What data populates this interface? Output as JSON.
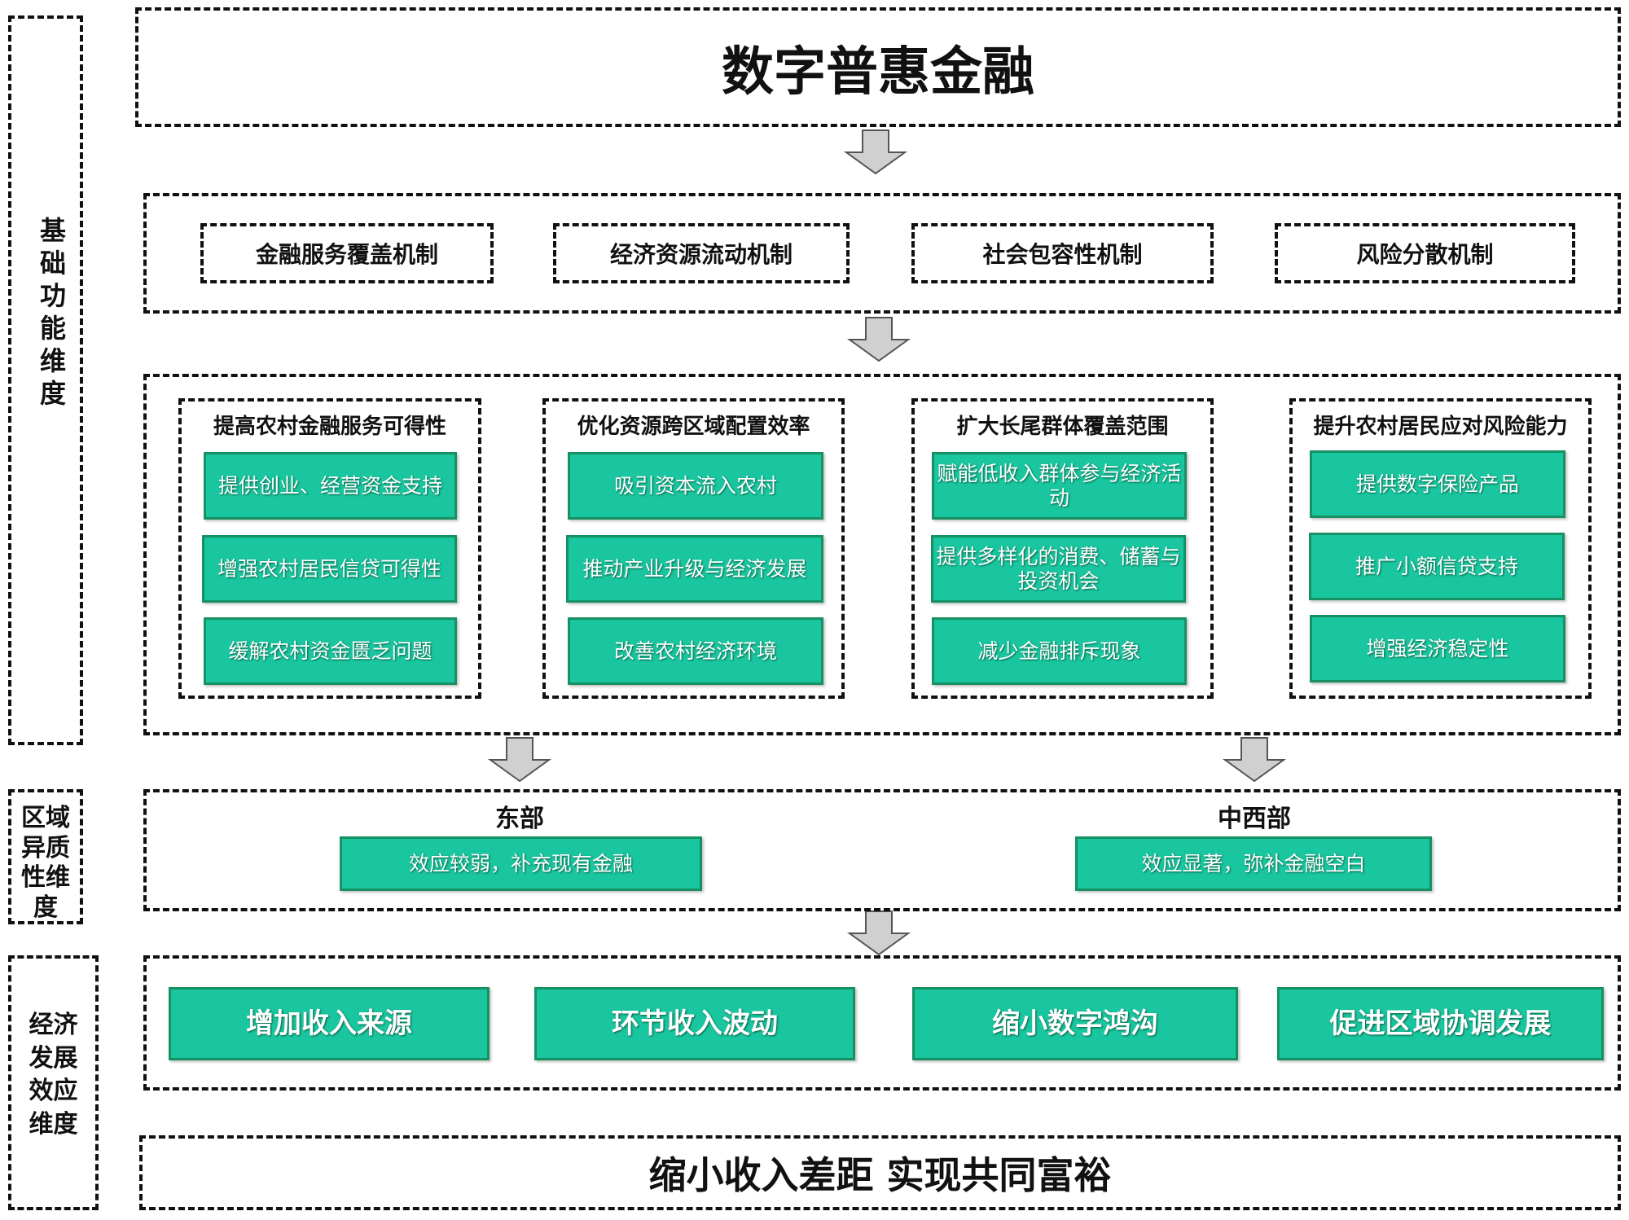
{
  "dimensions": {
    "basic_function": "基础功能维度",
    "regional_heterogeneity": "区域异质性维度",
    "economic_effect": "经济发展效应维度"
  },
  "top_title": "数字普惠金融",
  "mechanisms": [
    "金融服务覆盖机制",
    "经济资源流动机制",
    "社会包容性机制",
    "风险分散机制"
  ],
  "columns": [
    {
      "heading": "提高农村金融服务可得性",
      "items": [
        "提供创业、经营资金支持",
        "增强农村居民信贷可得性",
        "缓解农村资金匮乏问题"
      ]
    },
    {
      "heading": "优化资源跨区域配置效率",
      "items": [
        "吸引资本流入农村",
        "推动产业升级与经济发展",
        "改善农村经济环境"
      ]
    },
    {
      "heading": "扩大长尾群体覆盖范围",
      "items": [
        "赋能低收入群体参与经济活动",
        "提供多样化的消费、储蓄与投资机会",
        "减少金融排斥现象"
      ]
    },
    {
      "heading": "提升农村居民应对风险能力",
      "items": [
        "提供数字保险产品",
        "推广小额信贷支持",
        "增强经济稳定性"
      ]
    }
  ],
  "regions": [
    {
      "name": "东部",
      "effect": "效应较弱，补充现有金融"
    },
    {
      "name": "中西部",
      "effect": "效应显著，弥补金融空白"
    }
  ],
  "effects": [
    "增加收入来源",
    "环节收入波动",
    "缩小数字鸿沟",
    "促进区域协调发展"
  ],
  "bottom_title": "缩小收入差距 实现共同富裕",
  "colors": {
    "box_fill": "#19c6a0",
    "box_border": "#179062",
    "arrow_fill": "#d0d0d0"
  }
}
